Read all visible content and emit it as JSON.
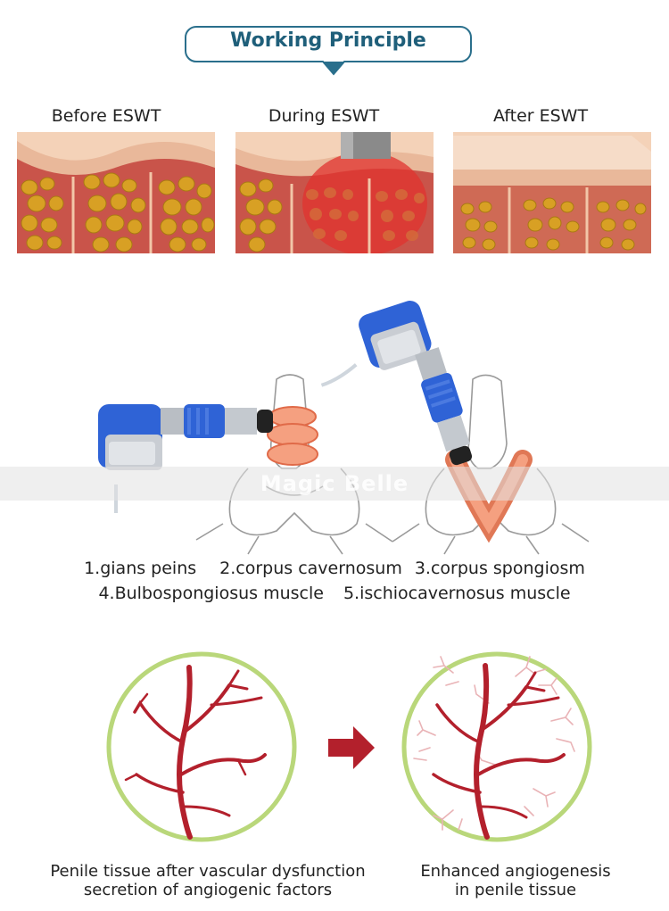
{
  "banner": {
    "title": "Working Principle"
  },
  "stages": [
    {
      "label": "Before ESWT"
    },
    {
      "label": "During ESWT"
    },
    {
      "label": "After ESWT"
    }
  ],
  "watermark": "Magic Belle",
  "parts": {
    "p1": "1.gians peins",
    "p2": "2.corpus cavernosum",
    "p3": "3.corpus spongiosm",
    "p4": "4.Bulbospongiosus muscle",
    "p5": "5.ischiocavernosus muscle"
  },
  "circles": {
    "left_caption_line1": "Penile tissue after vascular dysfunction",
    "left_caption_line2": "secretion of angiogenic factors",
    "right_caption_line1": "Enhanced angiogenesis",
    "right_caption_line2": "in penile tissue"
  },
  "colors": {
    "banner_text": "#1f5f7a",
    "banner_border": "#2a6f8c",
    "device_blue": "#2f63d6",
    "vessel_red": "#b3202c",
    "circle_ring": "#b9d77a",
    "arrow_red": "#b3202c"
  },
  "icons": {
    "stage_panels": "skin-fat-cross-section-illustration",
    "devices": "shockwave-handpiece-illustration",
    "arrow": "right-arrow-icon"
  }
}
